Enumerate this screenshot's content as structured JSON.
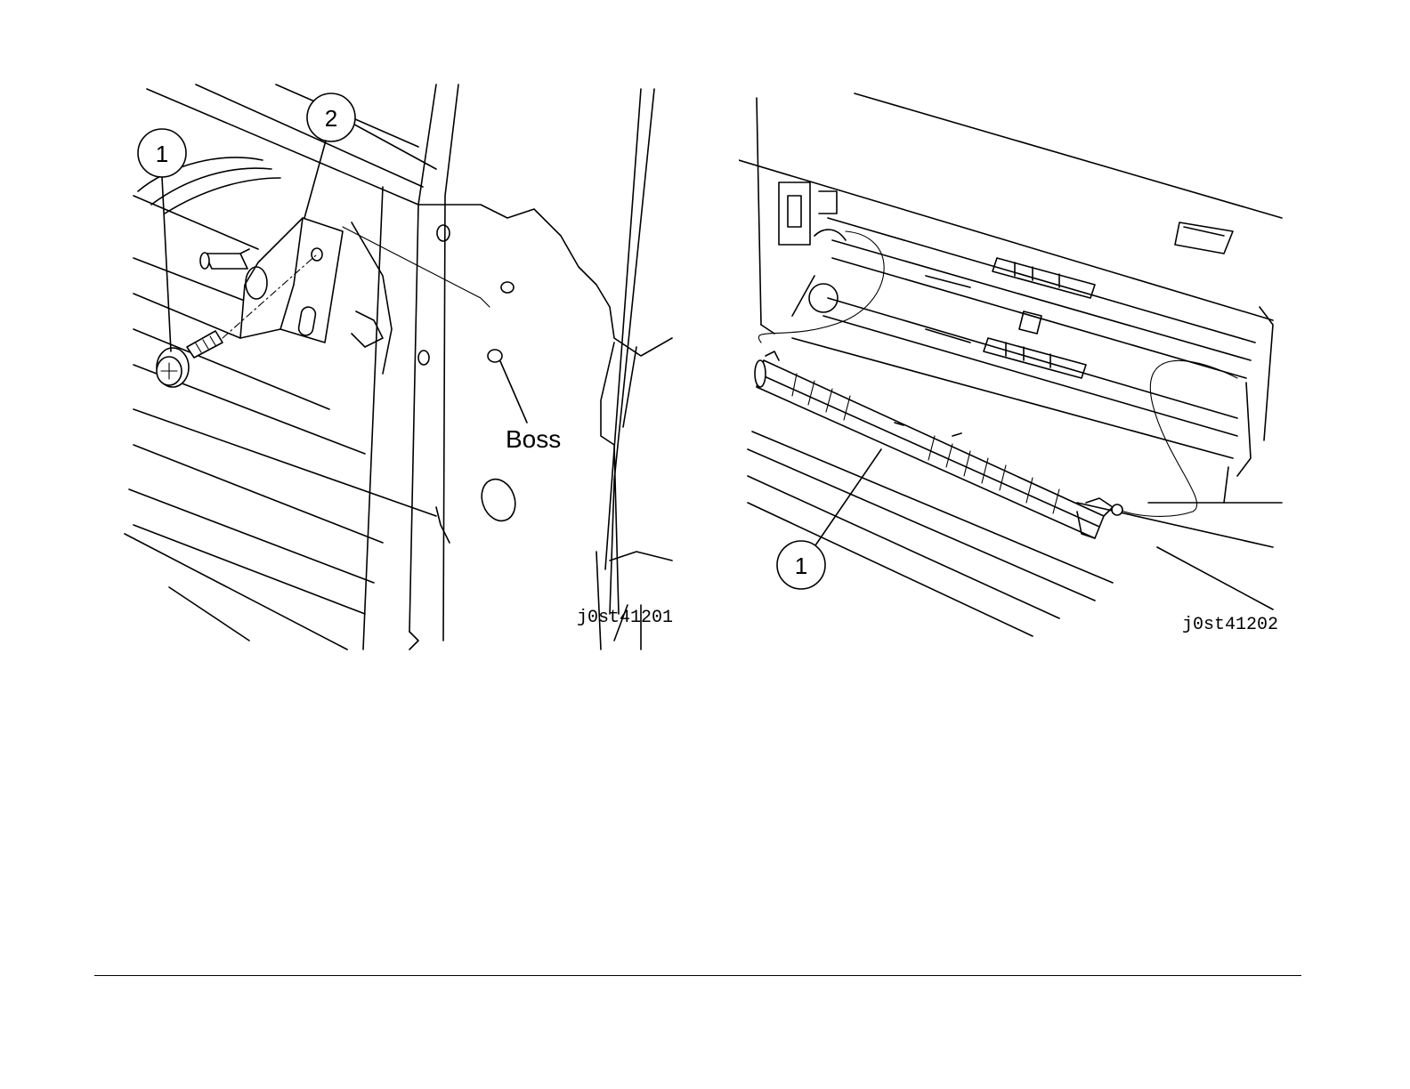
{
  "figure_left": {
    "id": "j0st41201",
    "callouts": [
      "1",
      "2"
    ],
    "label": "Boss"
  },
  "figure_right": {
    "id": "j0st41202",
    "callouts": [
      "1"
    ]
  },
  "colors": {
    "ink": "#000000",
    "paper": "#ffffff"
  }
}
